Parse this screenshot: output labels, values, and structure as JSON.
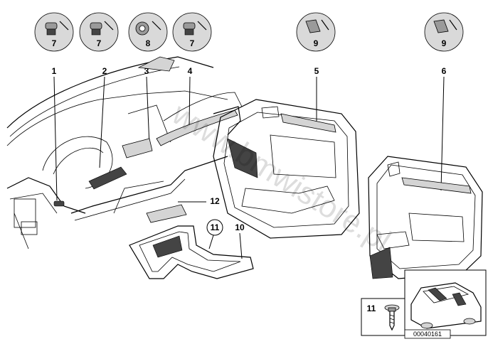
{
  "callouts": {
    "c1": "7",
    "c2": "7",
    "c3": "8",
    "c4": "7",
    "c5": "9",
    "c6": "9"
  },
  "parts": {
    "p1": "1",
    "p2": "2",
    "p3": "3",
    "p4": "4",
    "p5": "5",
    "p6": "6",
    "p10": "10",
    "p11": "11",
    "p12": "12"
  },
  "inset_part": "11",
  "watermark": "www.bmwistore.pl",
  "ref_code": "00040161"
}
